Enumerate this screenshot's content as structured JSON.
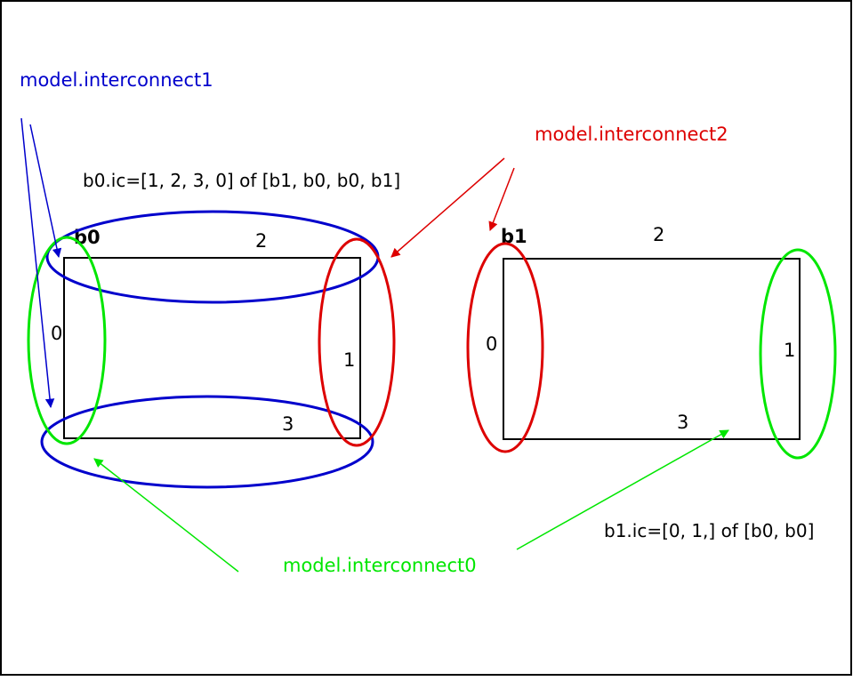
{
  "colors": {
    "interconnect0": "#00e600",
    "interconnect1": "#0000cc",
    "interconnect2": "#dd0000",
    "text": "#000000",
    "border": "#000000"
  },
  "labels": {
    "interconnect0": "model.interconnect0",
    "interconnect1": "model.interconnect1",
    "interconnect2": "model.interconnect2"
  },
  "blocks": {
    "b0": {
      "name": "b0",
      "ic_text": "b0.ic=[1, 2, 3, 0] of [b1, b0, b0, b1]",
      "sides": {
        "top": "2",
        "right": "1",
        "bottom": "3",
        "left": "0"
      }
    },
    "b1": {
      "name": "b1",
      "ic_text": "b1.ic=[0, 1,] of [b0, b0]",
      "sides": {
        "top": "2",
        "right": "1",
        "bottom": "3",
        "left": "0"
      }
    }
  }
}
